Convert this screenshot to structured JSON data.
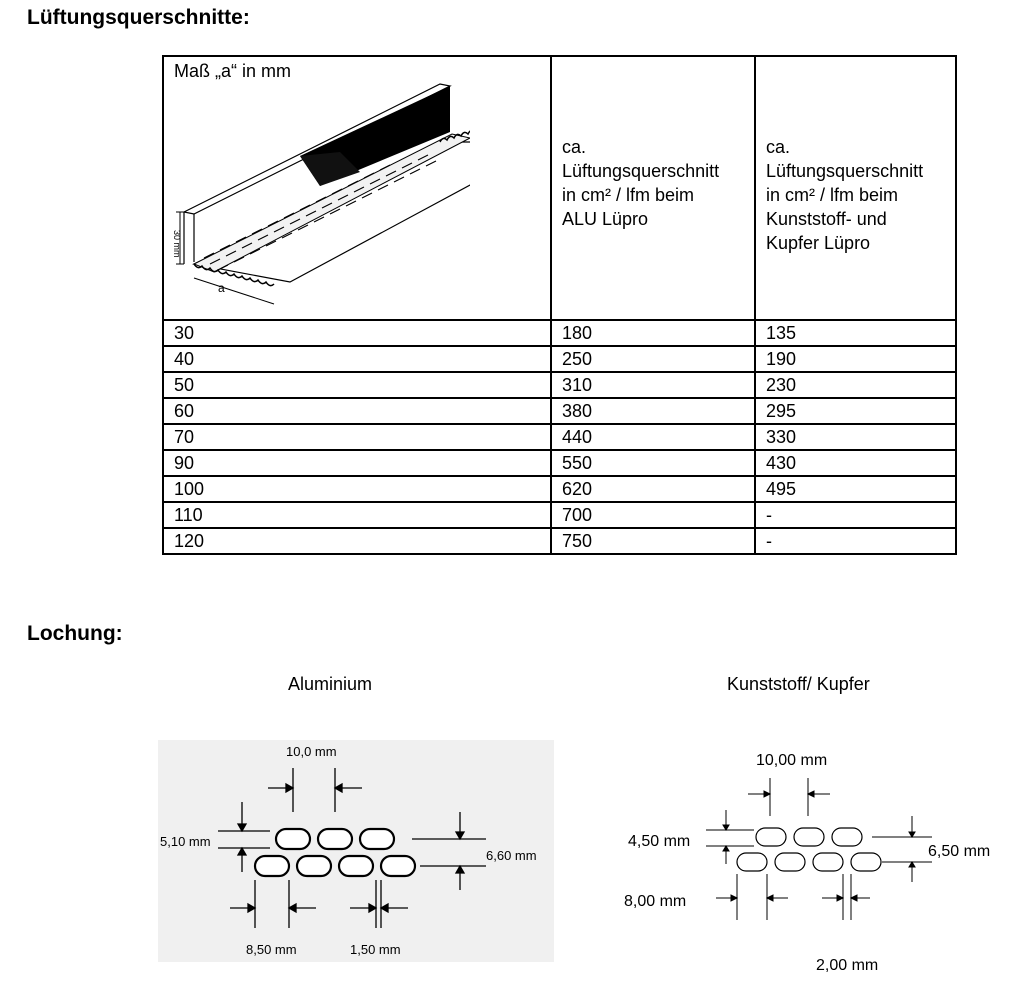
{
  "sections": {
    "ventilation_title": "Lüftungsquerschnitte:",
    "perforation_title": "Lochung:"
  },
  "table": {
    "header": {
      "col1": "Maß „a“ in mm",
      "col2": "ca.\nLüftungsquerschnitt\nin cm² / lfm beim\nALU Lüpro",
      "col3": "ca.\nLüftungsquerschnitt\nin cm² / lfm beim\nKunststoff- und\nKupfer Lüpro"
    },
    "rows": [
      [
        "30",
        "180",
        "135"
      ],
      [
        "40",
        "250",
        "190"
      ],
      [
        "50",
        "310",
        "230"
      ],
      [
        "60",
        "380",
        "295"
      ],
      [
        "70",
        "440",
        "330"
      ],
      [
        "90",
        "550",
        "430"
      ],
      [
        "100",
        "620",
        "495"
      ],
      [
        "110",
        "700",
        "-"
      ],
      [
        "120",
        "750",
        "-"
      ]
    ],
    "drawing_labels": {
      "height": "30 mm",
      "width": "a"
    }
  },
  "perforation": {
    "aluminium": {
      "caption": "Aluminium",
      "dim_pitch": "10,0 mm",
      "dim_hole_height": "5,10 mm",
      "dim_row_pitch": "6,60 mm",
      "dim_hole_width": "8,50 mm",
      "dim_web": "1,50 mm"
    },
    "kunststoff": {
      "caption": "Kunststoff/ Kupfer",
      "dim_pitch": "10,00 mm",
      "dim_hole_height": "4,50 mm",
      "dim_row_pitch": "6,50 mm",
      "dim_hole_width": "8,00 mm",
      "dim_web": "2,00 mm"
    }
  }
}
